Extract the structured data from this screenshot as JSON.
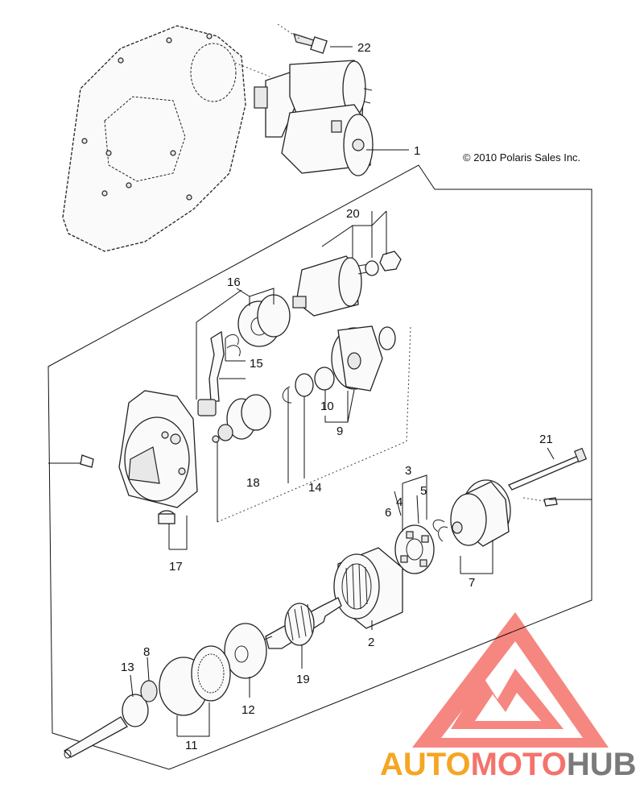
{
  "copyright": "© 2010 Polaris Sales Inc.",
  "watermark": {
    "part1": "AUTO",
    "part2": "MOTO",
    "part3": "HUB",
    "color_orange": "#f5a623",
    "color_red": "#f4736b",
    "color_gray": "#7a7a7a"
  },
  "callouts": {
    "c1": "1",
    "c2": "2",
    "c3": "3",
    "c4": "4",
    "c5": "5",
    "c6": "6",
    "c7": "7",
    "c8": "8",
    "c9": "9",
    "c10": "10",
    "c11": "11",
    "c12": "12",
    "c13": "13",
    "c14": "14",
    "c15": "15",
    "c16": "16",
    "c17": "17",
    "c18": "18",
    "c19": "19",
    "c20": "20",
    "c21": "21",
    "c22": "22"
  }
}
